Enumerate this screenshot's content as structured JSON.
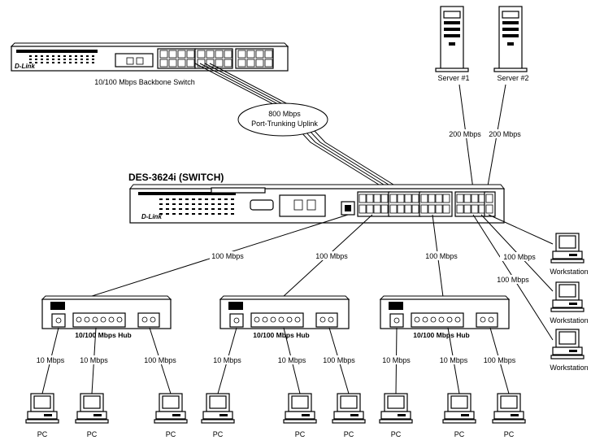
{
  "backbone": {
    "label": "10/100 Mbps Backbone Switch",
    "brand": "D-Link"
  },
  "uplink": {
    "line1": "800 Mbps",
    "line2": "Port-Trunking Uplink"
  },
  "switch": {
    "title": "DES-3624i (SWITCH)",
    "brand": "D-Link"
  },
  "servers": [
    {
      "label": "Server #1",
      "link_speed": "200 Mbps"
    },
    {
      "label": "Server #2",
      "link_speed": "200 Mbps"
    }
  ],
  "hubs": [
    {
      "label": "10/100 Mbps Hub",
      "uplink_speed": "100 Mbps"
    },
    {
      "label": "10/100 Mbps Hub",
      "uplink_speed": "100 Mbps"
    },
    {
      "label": "10/100 Mbps Hub",
      "uplink_speed": "100 Mbps"
    }
  ],
  "workstations": [
    {
      "label": "Workstation",
      "link_speed": ""
    },
    {
      "label": "Workstation",
      "link_speed": "100 Mbps"
    },
    {
      "label": "Workstation",
      "link_speed": "100 Mbps"
    }
  ],
  "pcs": [
    {
      "label": "PC",
      "link_speed": "10 Mbps"
    },
    {
      "label": "PC",
      "link_speed": "10 Mbps"
    },
    {
      "label": "PC",
      "link_speed": "100 Mbps"
    },
    {
      "label": "PC",
      "link_speed": "10 Mbps"
    },
    {
      "label": "PC",
      "link_speed": "10 Mbps"
    },
    {
      "label": "PC",
      "link_speed": "100 Mbps"
    },
    {
      "label": "PC",
      "link_speed": "10 Mbps"
    },
    {
      "label": "PC",
      "link_speed": "10 Mbps"
    },
    {
      "label": "PC",
      "link_speed": "100 Mbps"
    }
  ]
}
